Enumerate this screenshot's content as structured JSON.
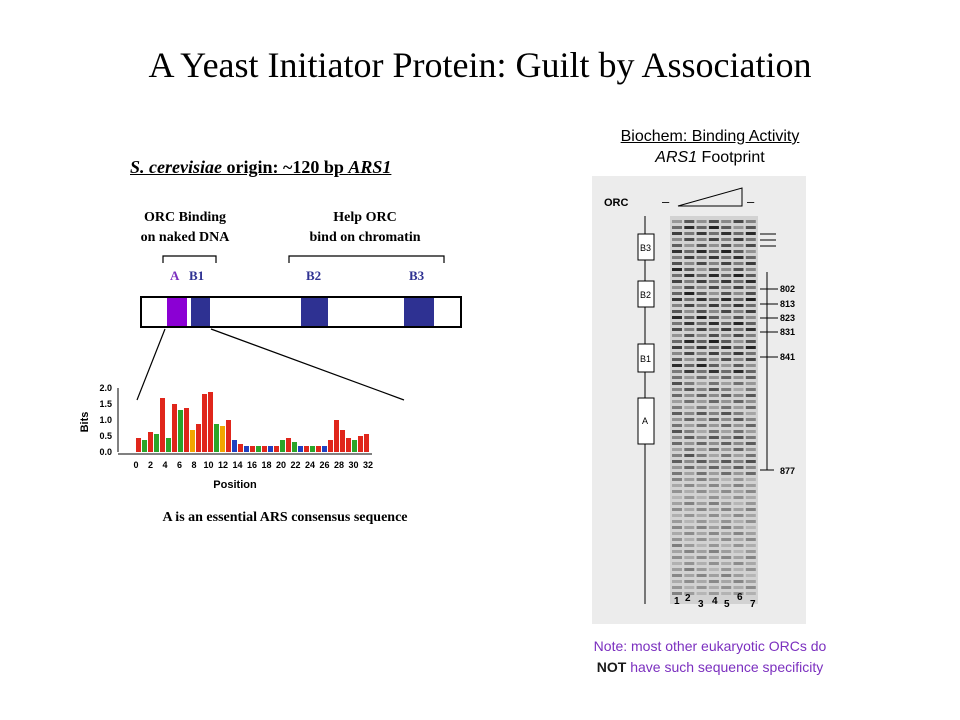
{
  "title": "A Yeast Initiator Protein: Guilt by Association",
  "biochem": {
    "heading": "Biochem: Binding Activity",
    "footprint_italic": "ARS1",
    "footprint_text": " Footprint"
  },
  "origin": {
    "species": "S. cerevisiae",
    "middle": " origin: ~120 bp ",
    "ars": "ARS1"
  },
  "groups": {
    "orc_binding_line1": "ORC Binding",
    "orc_binding_line2": "on naked DNA",
    "help_orc_line1": "Help ORC",
    "help_orc_line2": "bind on chromatin"
  },
  "elements": {
    "a": "A",
    "b1": "B1",
    "b2": "B2",
    "b3": "B3"
  },
  "logo": {
    "ylabel": "Bits",
    "xlabel": "Position",
    "yticks": [
      "2.0",
      "1.5",
      "1.0",
      "0.5",
      "0.0"
    ],
    "xticks": [
      "0",
      "2",
      "4",
      "6",
      "8",
      "10",
      "12",
      "14",
      "16",
      "18",
      "20",
      "22",
      "24",
      "26",
      "28",
      "30",
      "32"
    ],
    "caption": "A is an essential ARS consensus sequence"
  },
  "gel": {
    "orc_label": "ORC",
    "minus_left": "–",
    "minus_right": "–",
    "boxes": [
      "B3",
      "B2",
      "B1",
      "A"
    ],
    "bands": [
      "802",
      "813",
      "823",
      "831",
      "841",
      "877"
    ],
    "lanes": [
      "1",
      "2",
      "3",
      "4",
      "5",
      "6",
      "7"
    ]
  },
  "note": {
    "line1": "Note: most other eukaryotic ORCs do",
    "not_word": "NOT",
    "line2_rest": " have such sequence specificity"
  },
  "colors": {
    "element_a": "#8b00d4",
    "element_b": "#2e3192",
    "note": "#7b2fbf",
    "logo_t": "#e0261b",
    "logo_a": "#2aa52a",
    "logo_g": "#f2a600",
    "logo_c": "#2040c0"
  }
}
